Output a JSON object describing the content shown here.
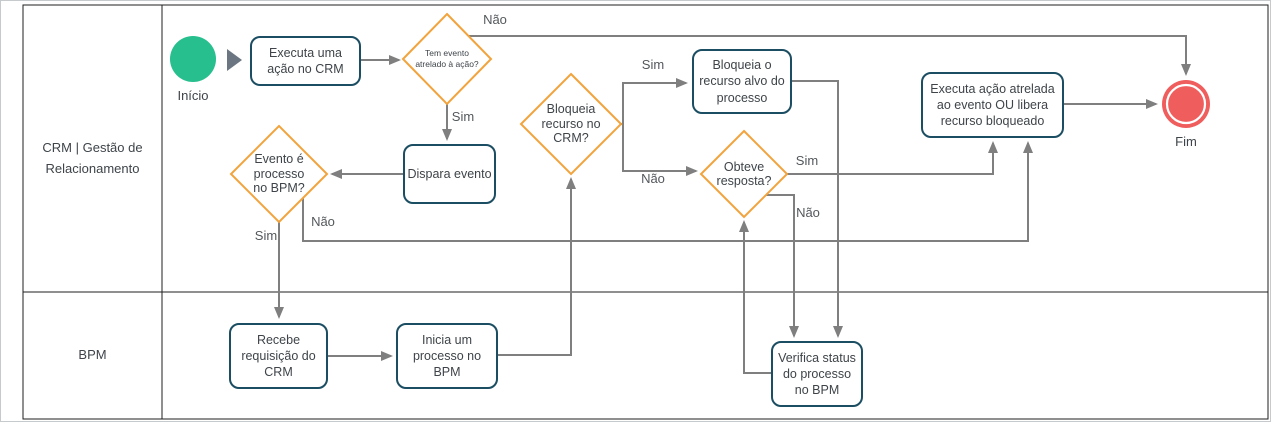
{
  "colors": {
    "start": "#27bf8e",
    "end": "#f05d5d",
    "task-border": "#1c4e63",
    "gateway-border": "#f2a33c",
    "connector": "#7f7f7f",
    "lane-border": "#1f1f1f",
    "text": "#3e4449",
    "label-text": "#53585c",
    "play-triangle": "#6b7682"
  },
  "lanes": {
    "lane1": "CRM | Gestão de Relacionamento",
    "lane2": "BPM"
  },
  "nodes": {
    "start": "Início",
    "end": "Fim",
    "executa_acao": "Executa uma ação no CRM",
    "tem_evento": "Tem evento atrelado à ação?",
    "dispara_evento": "Dispara evento",
    "evento_processo": "Evento é processo no BPM?",
    "bloqueia_recurso": "Bloqueia recurso no CRM?",
    "bloqueia_alvo": "Bloqueia o recurso alvo do processo",
    "obteve_resposta": "Obteve resposta?",
    "executa_atrelada": "Executa ação atrelada ao evento OU libera recurso bloqueado",
    "recebe_requisicao": "Recebe requisição do CRM",
    "inicia_processo": "Inicia um processo no BPM",
    "verifica_status": "Verifica status do processo no BPM"
  },
  "edge_labels": {
    "gw1_nao": "Não",
    "gw1_sim": "Sim",
    "gw2_sim": "Sim",
    "gw2_nao": "Não",
    "gw3_sim": "Sim",
    "gw3_nao": "Não",
    "gw4_sim": "Sim",
    "gw4_nao": "Não"
  }
}
